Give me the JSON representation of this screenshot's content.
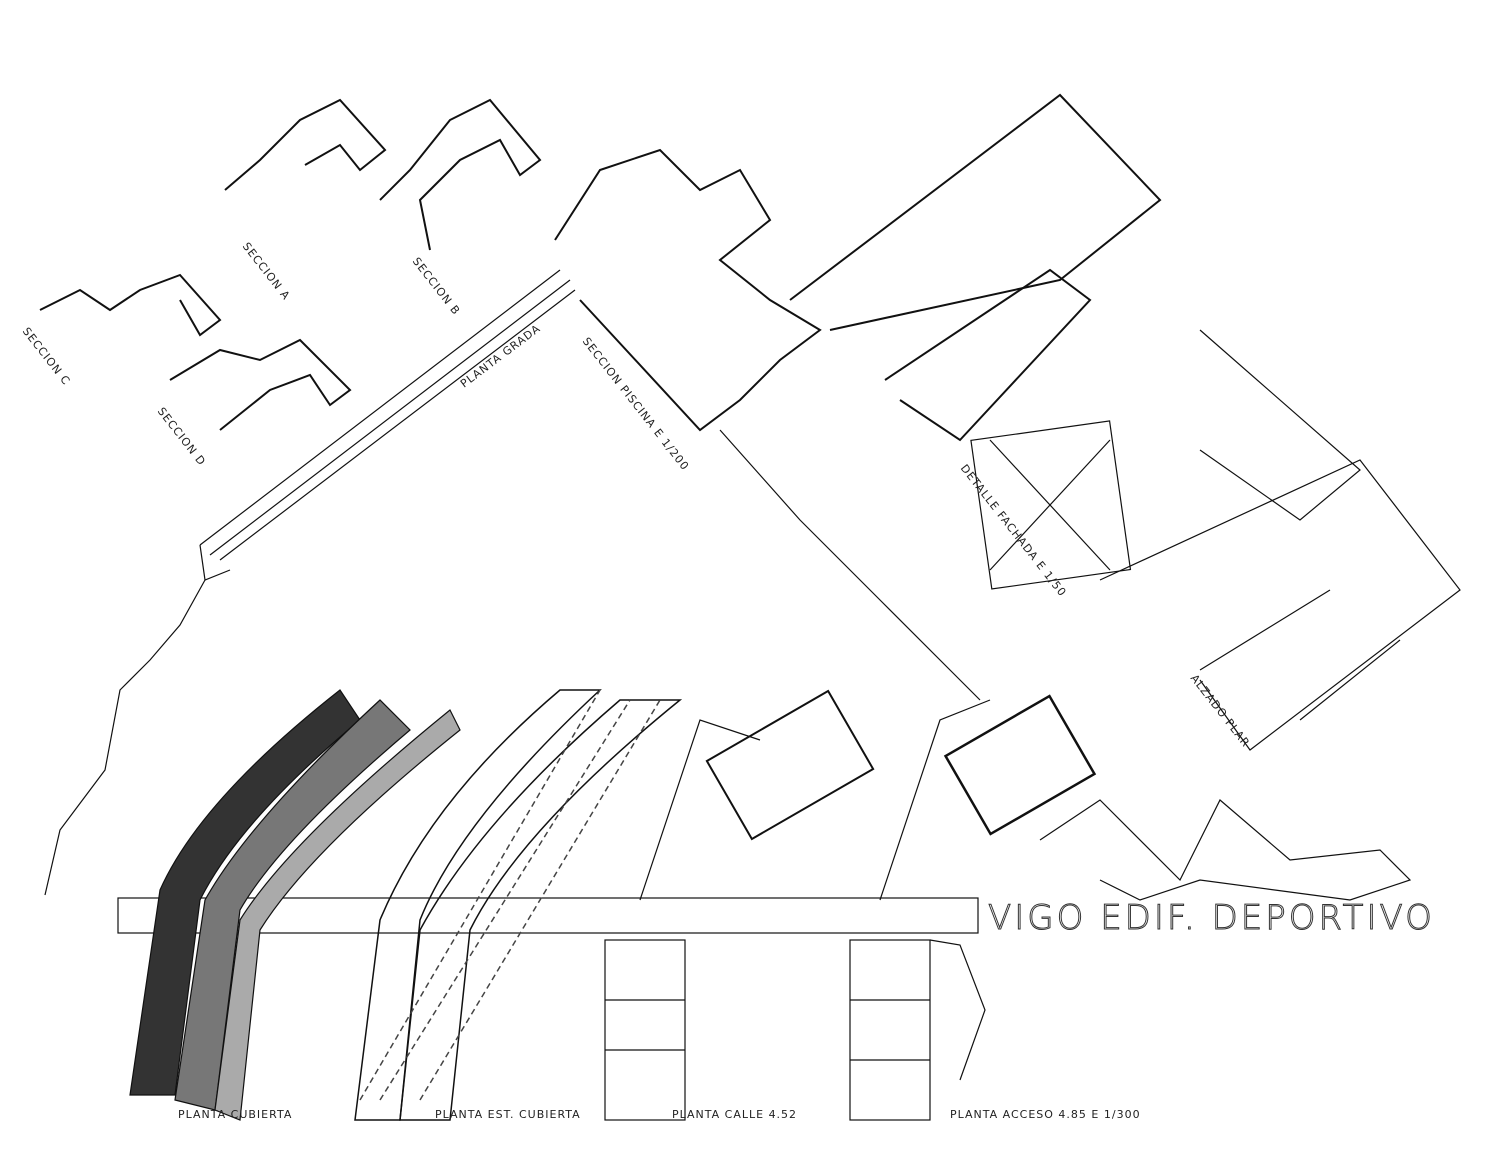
{
  "drawing": {
    "title": "VIGO EDIF. DEPORTIVO",
    "sections": [
      {
        "label": "SECCION A"
      },
      {
        "label": "SECCION B"
      },
      {
        "label": "SECCION C"
      },
      {
        "label": "SECCION D"
      },
      {
        "label": "SECCION PISCINA E 1/200"
      },
      {
        "label": "PLANTA GRADA"
      },
      {
        "label": "DETALLE FACHADA E 1/50"
      },
      {
        "label": "ALZADO PLAR"
      }
    ],
    "plans": [
      {
        "label": "PLANTA CUBIERTA"
      },
      {
        "label": "PLANTA EST. CUBIERTA"
      },
      {
        "label": "PLANTA CALLE 4.52"
      },
      {
        "label": "PLANTA ACCESO 4.85 E 1/300"
      }
    ],
    "colors": {
      "ink": "#111111",
      "hatch": "#555555"
    }
  }
}
